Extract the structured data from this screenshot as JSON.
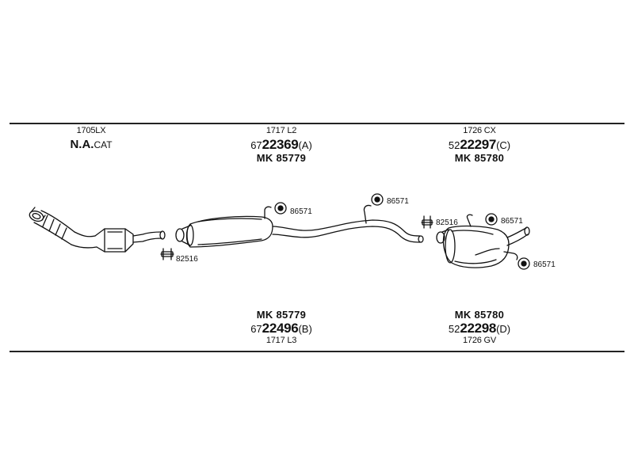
{
  "top_labels": [
    {
      "code": "1705LX",
      "title_bold": "N.A.",
      "title_small": "CAT"
    },
    {
      "code": "1717 L2",
      "part_prefix": "67",
      "part_bold": "22369",
      "part_suffix": "(A)",
      "mk": "MK 85779"
    },
    {
      "code": "1726 CX",
      "part_prefix": "52",
      "part_bold": "22297",
      "part_suffix": "(C)",
      "mk": "MK 85780"
    }
  ],
  "bottom_labels": [
    {
      "mk": "MK 85779",
      "part_prefix": "67",
      "part_bold": "22496",
      "part_suffix": "(B)",
      "code": "1717 L3"
    },
    {
      "mk": "MK 85780",
      "part_prefix": "52",
      "part_bold": "22298",
      "part_suffix": "(D)",
      "code": "1726 GV"
    }
  ],
  "callouts": {
    "hanger_1": "86571",
    "hanger_2": "86571",
    "hanger_3": "86571",
    "hanger_4": "86571",
    "clamp_1": "82516",
    "clamp_2": "82516"
  }
}
